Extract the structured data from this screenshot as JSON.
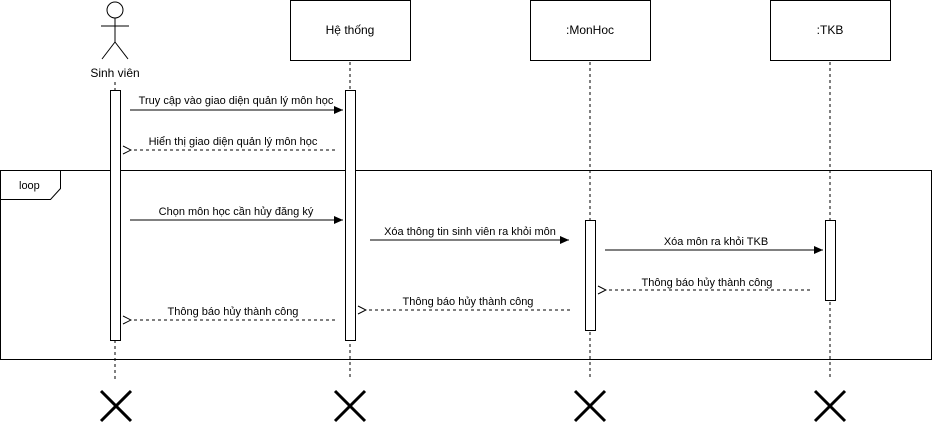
{
  "actor": {
    "label": "Sinh viên"
  },
  "participants": [
    {
      "label": "Hệ thống"
    },
    {
      "label": ":MonHoc"
    },
    {
      "label": ":TKB"
    }
  ],
  "loop": {
    "label": "loop"
  },
  "messages": [
    {
      "label": "Truy cập vào giao diện quản lý môn học",
      "from": 0,
      "to": 1,
      "kind": "call"
    },
    {
      "label": "Hiển thị giao diện quản lý môn học",
      "from": 1,
      "to": 0,
      "kind": "return"
    },
    {
      "label": "Chọn môn học cần hủy đăng ký",
      "from": 0,
      "to": 1,
      "kind": "call"
    },
    {
      "label": "Xóa thông tin sinh viên ra khỏi môn",
      "from": 1,
      "to": 2,
      "kind": "call"
    },
    {
      "label": "Xóa môn ra khỏi TKB",
      "from": 2,
      "to": 3,
      "kind": "call"
    },
    {
      "label": "Thông báo hủy thành công",
      "from": 3,
      "to": 2,
      "kind": "return"
    },
    {
      "label": "Thông báo hủy thành công",
      "from": 2,
      "to": 1,
      "kind": "return"
    },
    {
      "label": "Thông báo hủy thành công",
      "from": 1,
      "to": 0,
      "kind": "return"
    }
  ]
}
